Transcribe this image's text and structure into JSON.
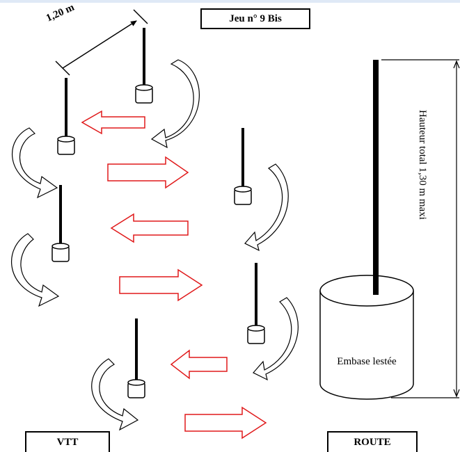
{
  "title": "Jeu  n° 9 Bis",
  "spacing_label": "1,20 m",
  "height_label": "Hauteur total 1,30 m maxi",
  "base_label": "Embase lestée",
  "vtt_label": "VTT",
  "route_label": "ROUTE",
  "colors": {
    "arrow": "#e0191a",
    "line": "#000000",
    "background": "#ffffff"
  }
}
